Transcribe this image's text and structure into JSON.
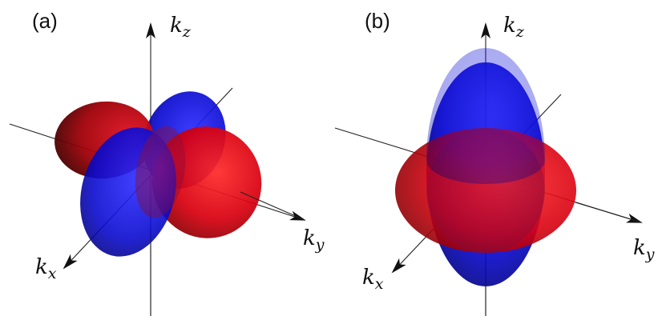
{
  "panels": [
    {
      "label": "(a)",
      "axes": {
        "kz": {
          "base": "k",
          "sub": "z"
        },
        "ky": {
          "base": "k",
          "sub": "y"
        },
        "kx": {
          "base": "k",
          "sub": "x"
        }
      }
    },
    {
      "label": "(b)",
      "axes": {
        "kz": {
          "base": "k",
          "sub": "z"
        },
        "ky": {
          "base": "k",
          "sub": "y"
        },
        "kx": {
          "base": "k",
          "sub": "x"
        }
      }
    }
  ],
  "colors": {
    "lobe_red": "#e00000",
    "lobe_red_dark": "#7a0000",
    "lobe_blue": "#1010e0",
    "lobe_blue_dark": "#000066",
    "axis": "#222222"
  }
}
